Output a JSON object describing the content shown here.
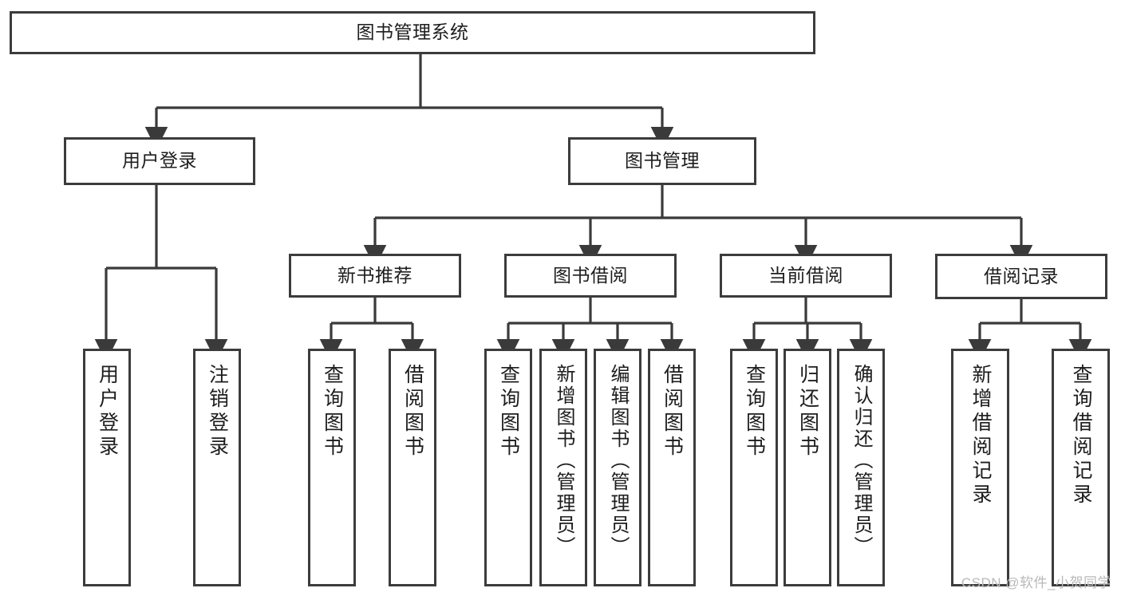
{
  "diagram": {
    "type": "tree-hierarchy",
    "title": "图书管理系统",
    "orientation": "top-down",
    "colors": {
      "background": "#ffffff",
      "node_border": "#3c3c3c",
      "node_fill": "#ffffff",
      "edge": "#3a3a3a",
      "text": "#1d1d1d",
      "watermark": "#b9b9b9"
    },
    "root": {
      "label": "图书管理系统"
    },
    "level2": [
      {
        "label": "用户登录"
      },
      {
        "label": "图书管理"
      }
    ],
    "level3": [
      {
        "label": "新书推荐"
      },
      {
        "label": "图书借阅"
      },
      {
        "label": "当前借阅"
      },
      {
        "label": "借阅记录"
      }
    ],
    "leaves_user_login": [
      {
        "label": "用户登录"
      },
      {
        "label": "注销登录"
      }
    ],
    "leaves_new_book": [
      {
        "label": "查询图书"
      },
      {
        "label": "借阅图书"
      }
    ],
    "leaves_borrow": [
      {
        "label": "查询图书"
      },
      {
        "label": "新增图书（管理员）"
      },
      {
        "label": "编辑图书（管理员）"
      },
      {
        "label": "借阅图书"
      }
    ],
    "leaves_current": [
      {
        "label": "查询图书"
      },
      {
        "label": "归还图书"
      },
      {
        "label": "确认归还（管理员）"
      }
    ],
    "leaves_record": [
      {
        "label": "新增借阅记录"
      },
      {
        "label": "查询借阅记录"
      }
    ]
  },
  "watermark": {
    "text": "CSDN @软件_小贺同学"
  }
}
